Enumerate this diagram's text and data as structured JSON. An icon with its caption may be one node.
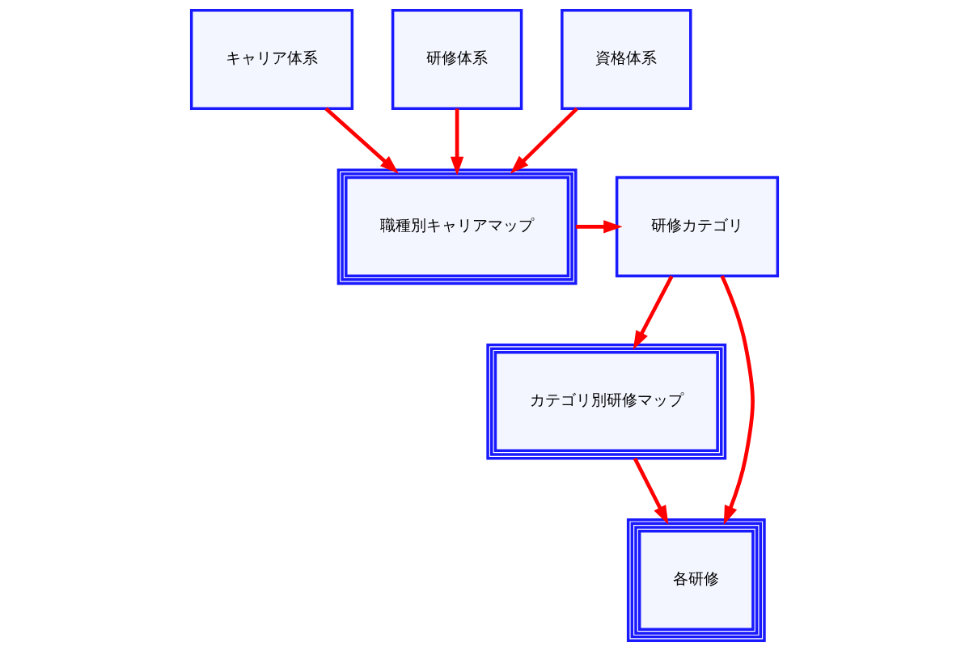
{
  "diagram": {
    "nodes": [
      {
        "text": [
          "キャリア体系"
        ]
      },
      {
        "text": [
          "研修体系"
        ]
      },
      {
        "text": [
          "資格体系"
        ]
      },
      {
        "text": [
          "職種別キャリアマップ"
        ]
      },
      {
        "text": [
          "研修カテゴリ"
        ]
      },
      {
        "text": [
          "カテゴリ別研修マップ"
        ]
      },
      {
        "text": [
          "各研修"
        ]
      }
    ],
    "edges": [
      {
        "from": 0,
        "to": 3,
        "arrow": "to"
      },
      {
        "from": 1,
        "to": 3,
        "arrow": "to"
      },
      {
        "from": 2,
        "to": 3,
        "arrow": "to"
      },
      {
        "from": 3,
        "to": 4,
        "arrow": "to"
      },
      {
        "from": 4,
        "to": 5,
        "arrow": "to"
      },
      {
        "from": 4,
        "to": 6,
        "arrow": "to"
      },
      {
        "from": 5,
        "to": 6,
        "arrow": "to"
      }
    ]
  }
}
